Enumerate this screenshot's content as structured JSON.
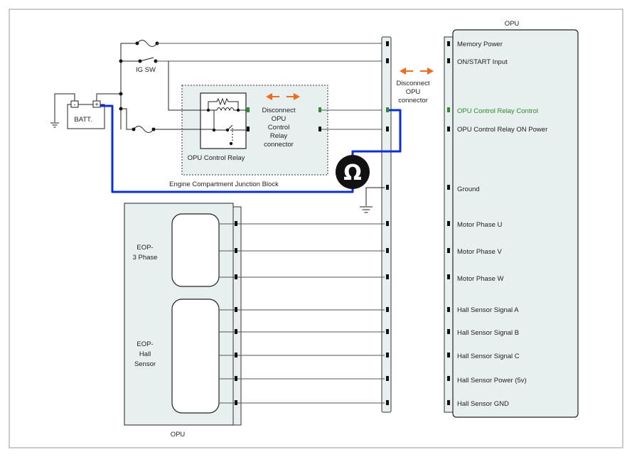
{
  "diagram": {
    "battery": {
      "label": "BATT.",
      "minus": "-",
      "plus": "+"
    },
    "ig_switch": {
      "label": "IG SW"
    },
    "junction_block": {
      "label": "Engine Compartment Junction Block"
    },
    "relay": {
      "label": "OPU Control Relay"
    },
    "relay_connector_note": {
      "lines": [
        "Disconnect",
        "OPU",
        "Control",
        "Relay",
        "connector"
      ]
    },
    "opu_connector_note": {
      "lines": [
        "Disconnect",
        "OPU",
        "connector"
      ]
    },
    "opu_module": {
      "title": "OPU",
      "pins": [
        {
          "label": "Memory Power",
          "highlight": false
        },
        {
          "label": "ON/START Input",
          "highlight": false
        },
        {
          "label": "OPU Control Relay Control",
          "highlight": true
        },
        {
          "label": "OPU Control Relay ON Power",
          "highlight": false
        },
        {
          "label": "Ground",
          "highlight": false
        },
        {
          "label": "Motor Phase U",
          "highlight": false
        },
        {
          "label": "Motor Phase V",
          "highlight": false
        },
        {
          "label": "Motor Phase W",
          "highlight": false
        },
        {
          "label": "Hall Sensor Signal A",
          "highlight": false
        },
        {
          "label": "Hall Sensor Signal B",
          "highlight": false
        },
        {
          "label": "Hall Sensor Signal C",
          "highlight": false
        },
        {
          "label": "Hall Sensor Power (5v)",
          "highlight": false
        },
        {
          "label": "Hall Sensor GND",
          "highlight": false
        }
      ]
    },
    "eop": {
      "footer": "OPU",
      "phase_label": [
        "EOP-",
        "3 Phase"
      ],
      "hall_label": [
        "EOP-",
        "Hall",
        "Sensor"
      ]
    },
    "ohmmeter": {
      "symbol": "Ω"
    },
    "colors": {
      "measurement_wire": "#0a2fd6",
      "arrow": "#f26a1b",
      "highlight_pin": "#2e8b2e",
      "panel_fill": "#e8efef"
    }
  }
}
